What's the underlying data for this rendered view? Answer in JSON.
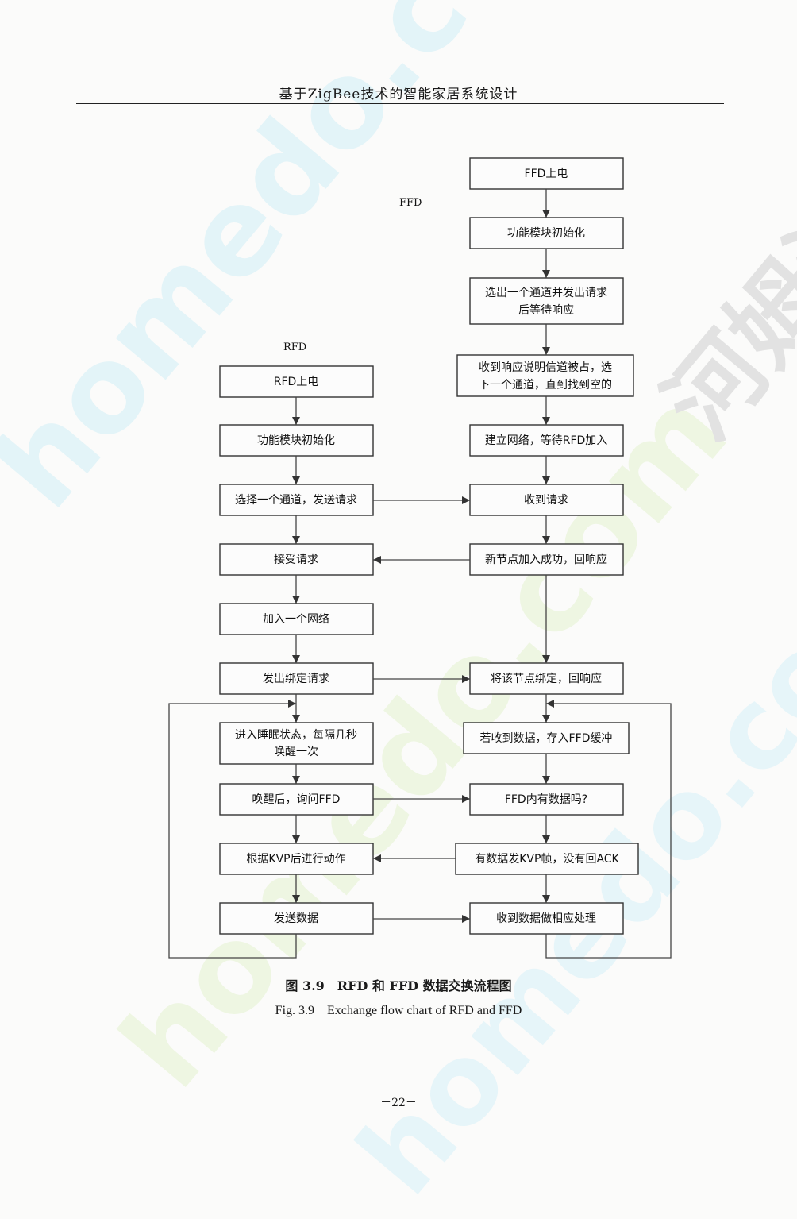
{
  "header": {
    "title": "基于ZigBee技术的智能家居系统设计"
  },
  "labels": {
    "ffd": "FFD",
    "rfd": "RFD"
  },
  "ffd": {
    "power_on": "FFD上电",
    "init": "功能模块初始化",
    "select_line1": "选出一个通道并发出请求",
    "select_line2": "后等待响应",
    "busy_line1": "收到响应说明信道被占，选",
    "busy_line2": "下一个通道，直到找到空的",
    "build": "建立网络，等待RFD加入",
    "recv_req": "收到请求",
    "join_ok": "新节点加入成功，回响应",
    "bind_reply": "将该节点绑定，回响应",
    "buffer": "若收到数据，存入FFD缓冲",
    "has_data": "FFD内有数据吗?",
    "send_kvp": "有数据发KVP帧，没有回ACK",
    "process": "收到数据做相应处理"
  },
  "rfd": {
    "power_on": "RFD上电",
    "init": "功能模块初始化",
    "select": "选择一个通道，发送请求",
    "accept": "接受请求",
    "join": "加入一个网络",
    "bind": "发出绑定请求",
    "sleep_line1": "进入睡眠状态，每隔几秒",
    "sleep_line2": "唤醒一次",
    "query": "唤醒后，询问FFD",
    "act": "根据KVP后进行动作",
    "send": "发送数据"
  },
  "caption": {
    "cn": "图 3.9　RFD 和 FFD 数据交换流程图",
    "en": "Fig. 3.9　Exchange flow chart of RFD and FFD"
  },
  "page_number": "－22－",
  "watermark": {
    "text_a": "homedo.com",
    "text_b": "homedo.com",
    "text_c": "homedo.com",
    "text_cn": "河姆渡"
  },
  "colors": {
    "watermark_cyan": "#dff3f8",
    "watermark_green": "#eef6df",
    "watermark_gray": "#e4e4e4"
  }
}
